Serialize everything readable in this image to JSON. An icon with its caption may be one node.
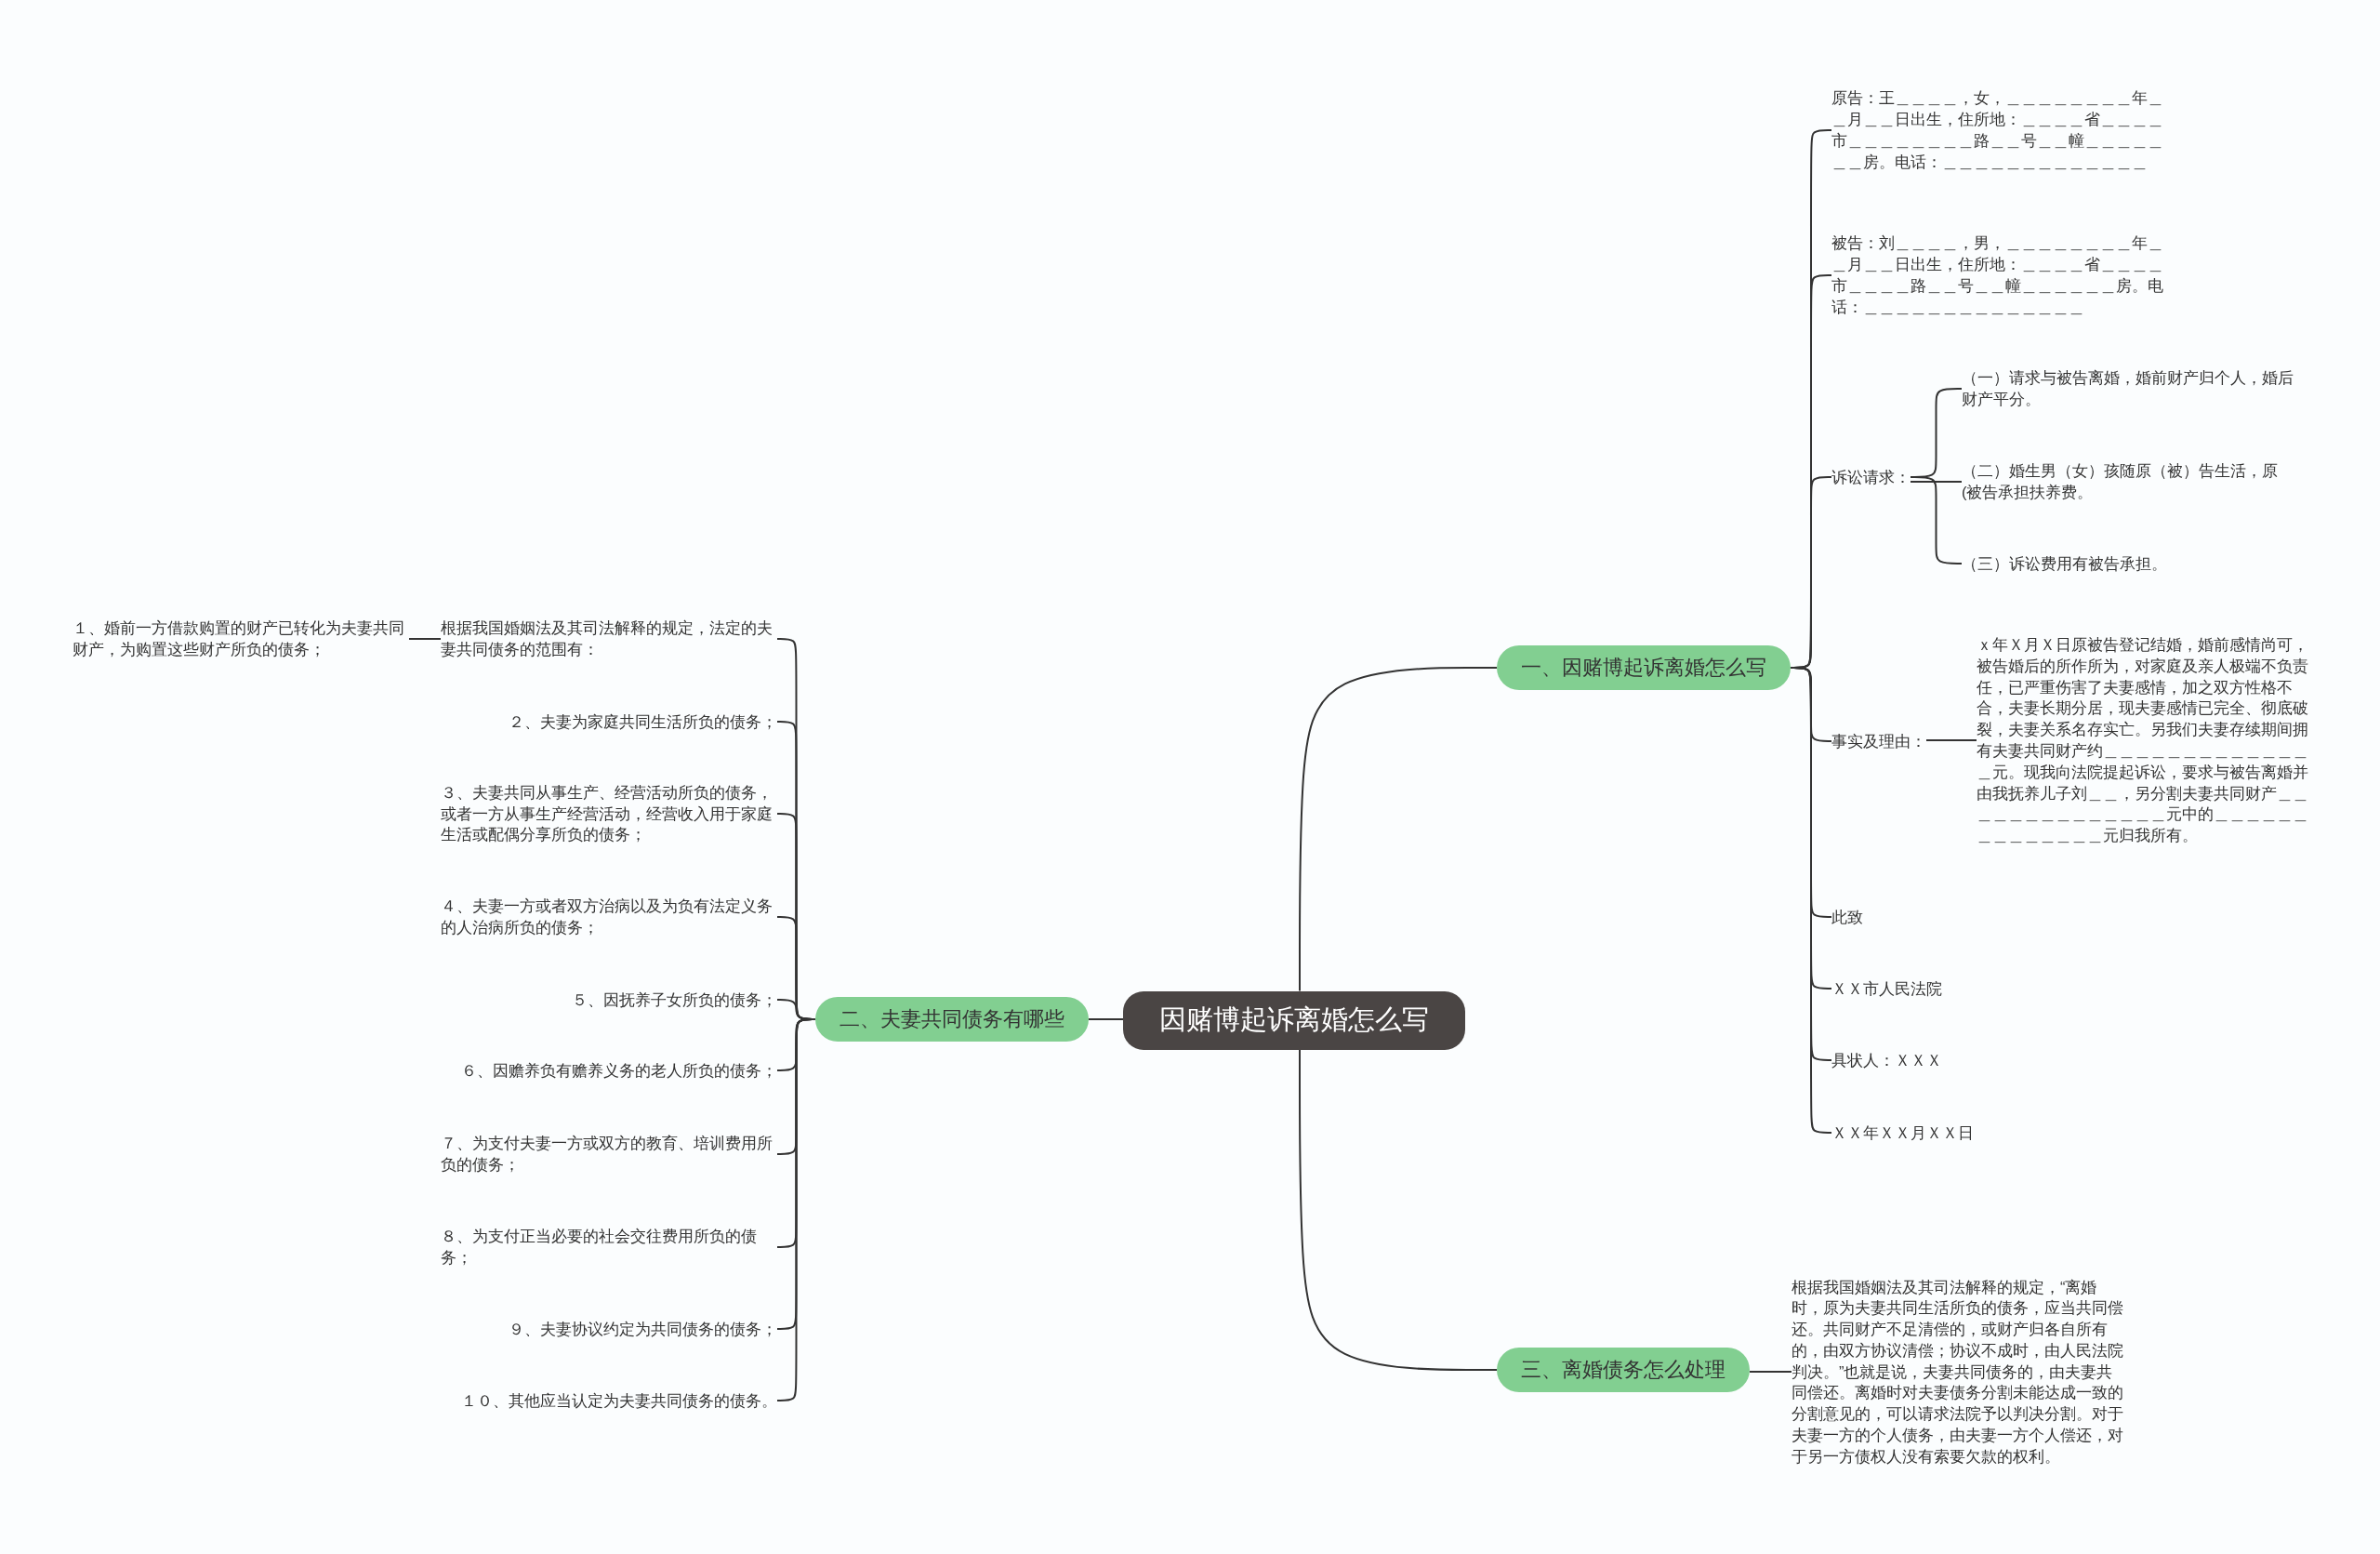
{
  "diagram": {
    "nodes": [
      {
        "text": [
          "因赌博起诉离婚怎么写"
        ]
      },
      {
        "text": [
          "一、因赌博起诉离婚怎么写"
        ]
      },
      {
        "text": [
          "原告：王＿＿＿＿，女，＿＿＿＿＿＿＿＿年＿＿月＿＿日出生，住所地：＿＿＿＿省＿＿＿＿市＿＿＿＿＿＿＿＿路＿＿号＿＿幢＿＿＿＿＿＿＿房。电话：＿＿＿＿＿＿＿＿＿＿＿＿＿"
        ]
      },
      {
        "text": [
          "被告：刘＿＿＿＿，男，＿＿＿＿＿＿＿＿年＿＿月＿＿日出生，住所地：＿＿＿＿省＿＿＿＿市＿＿＿＿路＿＿号＿＿幢＿＿＿＿＿＿房。电话：＿＿＿＿＿＿＿＿＿＿＿＿＿＿"
        ]
      },
      {
        "text": [
          "诉讼请求："
        ]
      },
      {
        "text": [
          "（一）请求与被告离婚，婚前财产归个人，婚后财产平分。"
        ]
      },
      {
        "text": [
          "（二）婚生男（女）孩随原（被）告生活，原(被告承担扶养费。"
        ]
      },
      {
        "text": [
          "（三）诉讼费用有被告承担。"
        ]
      },
      {
        "text": [
          "事实及理由："
        ]
      },
      {
        "text": [
          "ｘ年Ｘ月Ｘ日原被告登记结婚，婚前感情尚可，被告婚后的所作所为，对家庭及亲人极端不负责任，已严重伤害了夫妻感情，加之双方性格不合，夫妻长期分居，现夫妻感情已完全、彻底破裂，夫妻关系名存实亡。另我们夫妻存续期间拥有夫妻共同财产约＿＿＿＿＿＿＿＿＿＿＿＿＿＿元。现我向法院提起诉讼，要求与被告离婚并由我抚养儿子刘＿＿，另分割夫妻共同财产＿＿＿＿＿＿＿＿＿＿＿＿＿＿元中的＿＿＿＿＿＿＿＿＿＿＿＿＿＿元归我所有。"
        ]
      },
      {
        "text": [
          "此致"
        ]
      },
      {
        "text": [
          "ＸＸ市人民法院"
        ]
      },
      {
        "text": [
          "具状人：ＸＸＸ"
        ]
      },
      {
        "text": [
          "ＸＸ年ＸＸ月ＸＸ日"
        ]
      },
      {
        "text": [
          "二、夫妻共同债务有哪些"
        ]
      },
      {
        "text": [
          "根据我国婚姻法及其司法解释的规定，法定的夫妻共同债务的范围有："
        ]
      },
      {
        "text": [
          "１、婚前一方借款购置的财产已转化为夫妻共同财产，为购置这些财产所负的债务；"
        ]
      },
      {
        "text": [
          "２、夫妻为家庭共同生活所负的债务；"
        ]
      },
      {
        "text": [
          "３、夫妻共同从事生产、经营活动所负的债务，或者一方从事生产经营活动，经营收入用于家庭生活或配偶分享所负的债务；"
        ]
      },
      {
        "text": [
          "４、夫妻一方或者双方治病以及为负有法定义务的人治病所负的债务；"
        ]
      },
      {
        "text": [
          "５、因抚养子女所负的债务；"
        ]
      },
      {
        "text": [
          "６、因赡养负有赡养义务的老人所负的债务；"
        ]
      },
      {
        "text": [
          "７、为支付夫妻一方或双方的教育、培训费用所负的债务；"
        ]
      },
      {
        "text": [
          "８、为支付正当必要的社会交往费用所负的债务；"
        ]
      },
      {
        "text": [
          "９、夫妻协议约定为共同债务的债务；"
        ]
      },
      {
        "text": [
          "１０、其他应当认定为夫妻共同债务的债务。"
        ]
      },
      {
        "text": [
          "三、离婚债务怎么处理"
        ]
      },
      {
        "text": [
          "根据我国婚姻法及其司法解释的规定，“离婚时，原为夫妻共同生活所负的债务，应当共同偿还。共同财产不足清偿的，或财产归各自所有的，由双方协议清偿；协议不成时，由人民法院判决。”也就是说，夫妻共同债务的，由夫妻共同偿还。离婚时对夫妻债务分割未能达成一致的分割意见的，可以请求法院予以判决分割。对于夫妻一方的个人债务，由夫妻一方个人偿还，对于另一方债权人没有索要欠款的权利。"
        ]
      }
    ],
    "edges": [
      {
        "from": 0,
        "to": 1,
        "arrow": "none"
      },
      {
        "from": 1,
        "to": 2,
        "arrow": "none"
      },
      {
        "from": 1,
        "to": 3,
        "arrow": "none"
      },
      {
        "from": 1,
        "to": 4,
        "arrow": "none"
      },
      {
        "from": 4,
        "to": 5,
        "arrow": "none"
      },
      {
        "from": 4,
        "to": 6,
        "arrow": "none"
      },
      {
        "from": 4,
        "to": 7,
        "arrow": "none"
      },
      {
        "from": 1,
        "to": 8,
        "arrow": "none"
      },
      {
        "from": 8,
        "to": 9,
        "arrow": "none"
      },
      {
        "from": 1,
        "to": 10,
        "arrow": "none"
      },
      {
        "from": 1,
        "to": 11,
        "arrow": "none"
      },
      {
        "from": 1,
        "to": 12,
        "arrow": "none"
      },
      {
        "from": 1,
        "to": 13,
        "arrow": "none"
      },
      {
        "from": 0,
        "to": 14,
        "arrow": "none"
      },
      {
        "from": 14,
        "to": 15,
        "arrow": "none"
      },
      {
        "from": 15,
        "to": 16,
        "arrow": "none"
      },
      {
        "from": 14,
        "to": 17,
        "arrow": "none"
      },
      {
        "from": 14,
        "to": 18,
        "arrow": "none"
      },
      {
        "from": 14,
        "to": 19,
        "arrow": "none"
      },
      {
        "from": 14,
        "to": 20,
        "arrow": "none"
      },
      {
        "from": 14,
        "to": 21,
        "arrow": "none"
      },
      {
        "from": 14,
        "to": 22,
        "arrow": "none"
      },
      {
        "from": 14,
        "to": 23,
        "arrow": "none"
      },
      {
        "from": 14,
        "to": 24,
        "arrow": "none"
      },
      {
        "from": 14,
        "to": 25,
        "arrow": "none"
      },
      {
        "from": 0,
        "to": 26,
        "arrow": "none"
      },
      {
        "from": 26,
        "to": 27,
        "arrow": "none"
      }
    ]
  }
}
